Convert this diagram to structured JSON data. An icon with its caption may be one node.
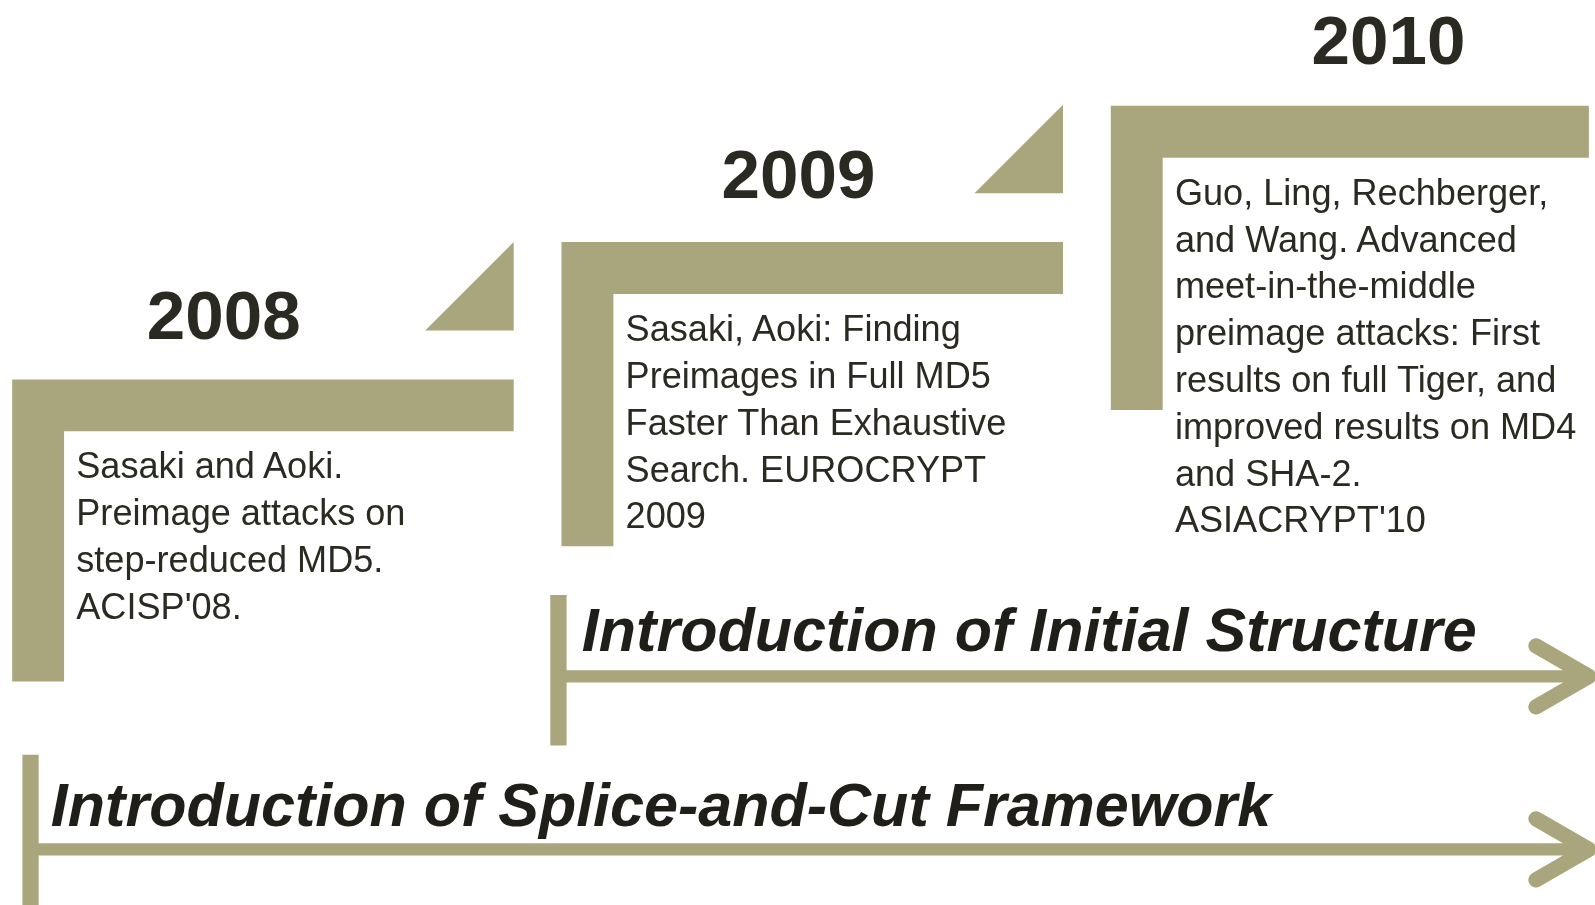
{
  "diagram": {
    "nodes": [
      {
        "text": [
          "2008",
          "Sasaki and Aoki. Preimage attacks on step-reduced MD5. ACISP'08."
        ]
      },
      {
        "text": [
          "2009",
          "Sasaki, Aoki: Finding Preimages in Full MD5 Faster Than Exhaustive Search. EUROCRYPT 2009"
        ]
      },
      {
        "text": [
          "2010",
          "Guo, Ling, Rechberger, and Wang. Advanced meet-in-the-middle preimage attacks: First results on full Tiger, and improved results on MD4 and SHA-2. ASIACRYPT'10"
        ]
      }
    ],
    "labels": [
      "Introduction of Initial Structure",
      "Introduction of Splice-and-Cut Framework"
    ]
  }
}
